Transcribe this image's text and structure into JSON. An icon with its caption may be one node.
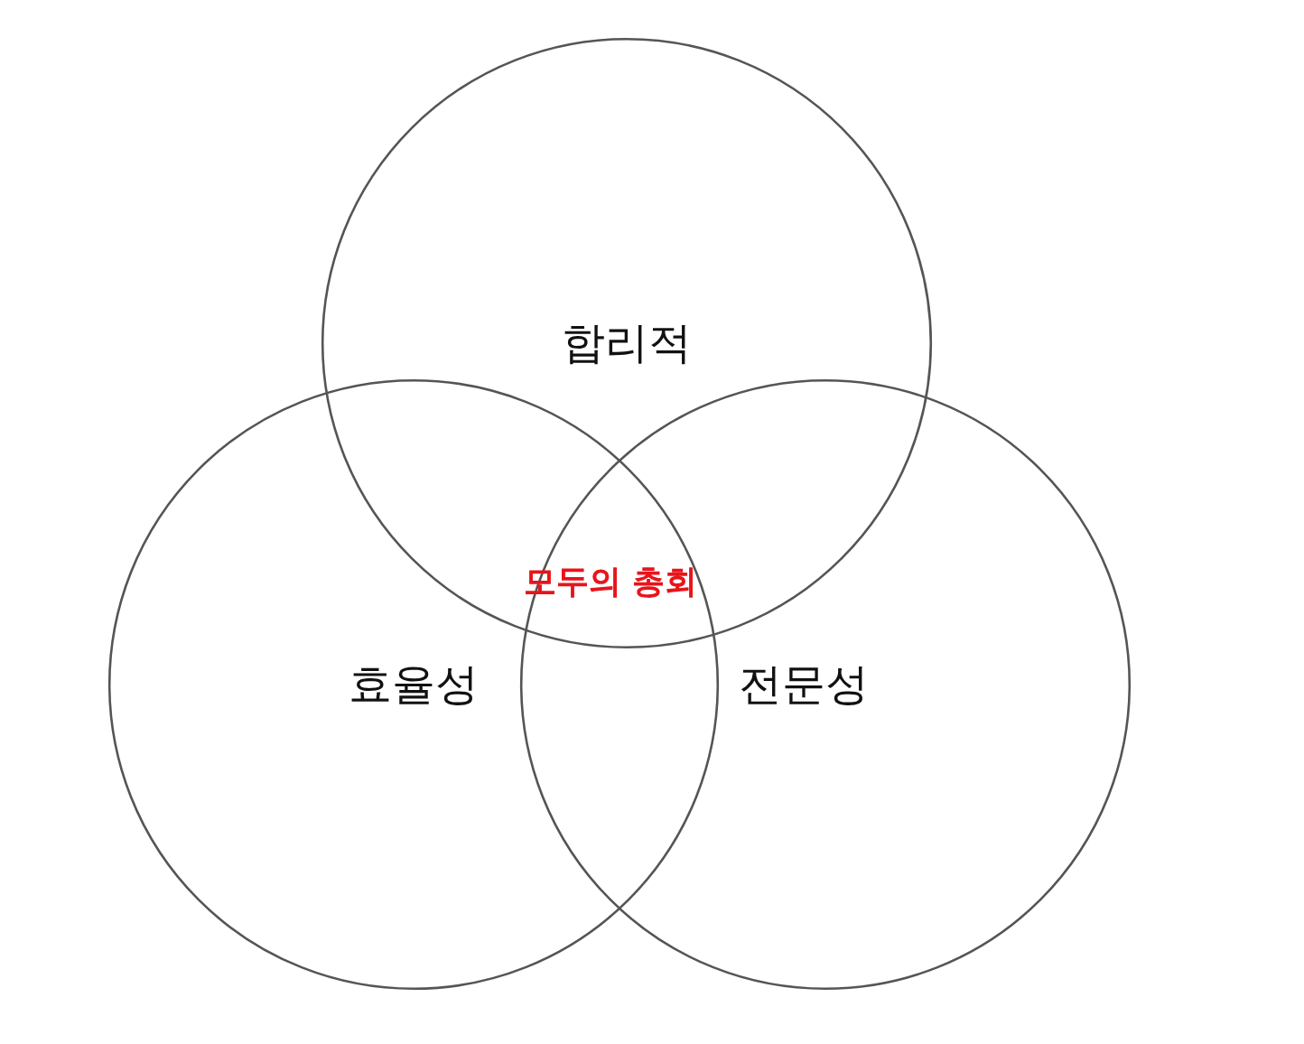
{
  "diagram": {
    "nodes": [
      {
        "text": [
          "합리적"
        ]
      },
      {
        "text": [
          "효율성"
        ]
      },
      {
        "text": [
          "전문성"
        ]
      }
    ],
    "labels": [
      "모두의 총회"
    ]
  }
}
